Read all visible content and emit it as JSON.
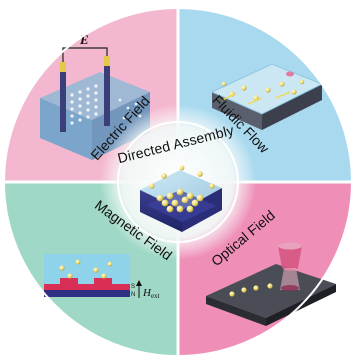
{
  "center": {
    "label": "Directed Assembly"
  },
  "quadrants": {
    "electric": {
      "label": "Electric Field",
      "field_symbol": "E",
      "color": "#f3b8cf"
    },
    "fluidic": {
      "label": "Fluidic Flow",
      "color": "#a9d9ef"
    },
    "magnetic": {
      "label": "Magnetic Field",
      "color": "#9fd8c6",
      "pole_s": "S",
      "pole_n": "N",
      "field_symbol": "H",
      "field_subscript": "ext"
    },
    "optical": {
      "label": "Optical Field",
      "color": "#ef8fb8"
    }
  },
  "colors": {
    "ring": "#ffffff",
    "center_glow": "#e8f4f2",
    "particle": "#f1e58a"
  }
}
